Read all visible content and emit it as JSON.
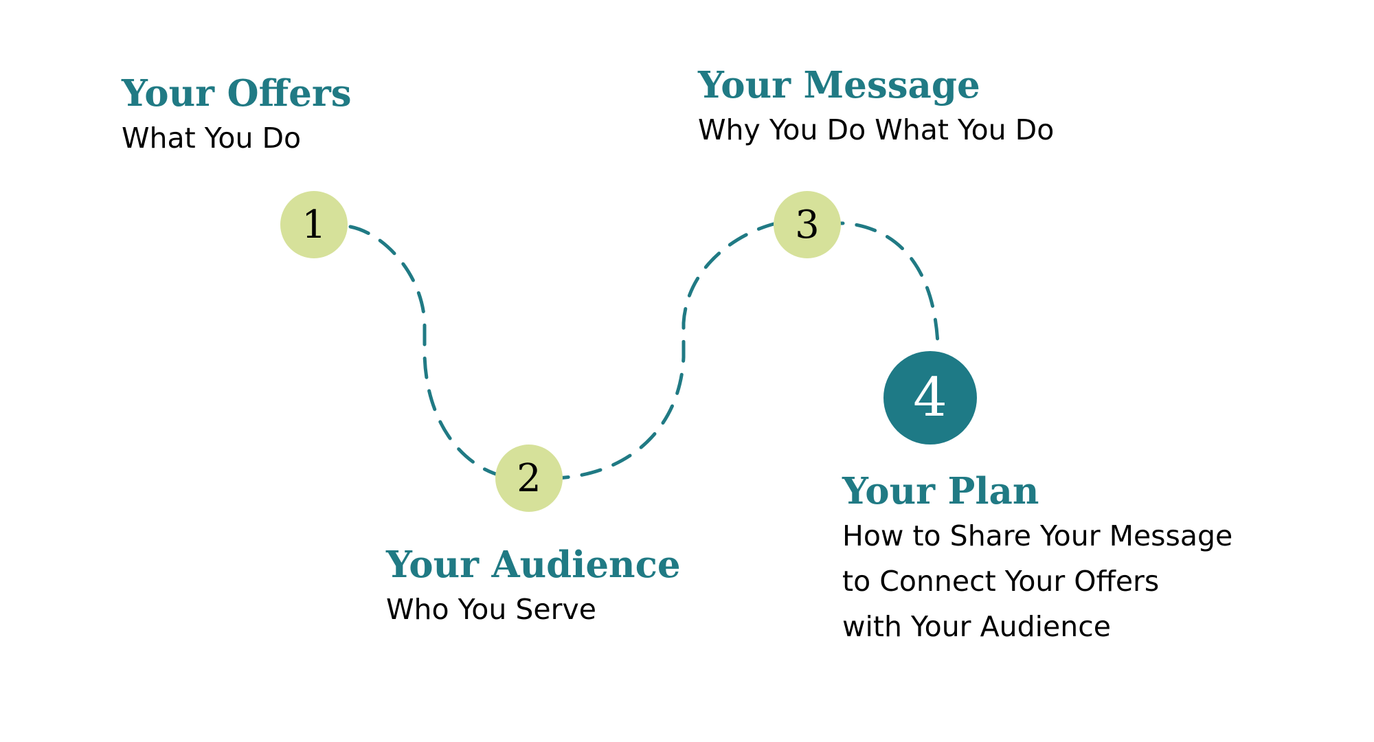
{
  "theme": {
    "title_color": "#207A84",
    "marker_fill": "#D6E19A",
    "final_marker_fill": "#1E7A86",
    "final_marker_text": "#FFFFFF",
    "connector_color": "#207A84"
  },
  "steps": [
    {
      "number": "1",
      "title": "Your Offers",
      "subtitle_lines": [
        "What You Do"
      ]
    },
    {
      "number": "2",
      "title": "Your Audience",
      "subtitle_lines": [
        "Who You Serve"
      ]
    },
    {
      "number": "3",
      "title": "Your Message",
      "subtitle_lines": [
        "Why You Do What You Do"
      ]
    },
    {
      "number": "4",
      "title": "Your Plan",
      "subtitle_lines": [
        "How to Share Your Message",
        "to Connect Your Offers",
        "with Your Audience"
      ]
    }
  ]
}
